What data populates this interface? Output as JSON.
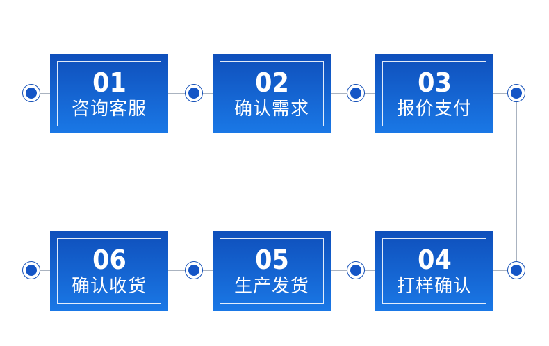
{
  "steps": [
    {
      "number": "01",
      "label": "咨询客服"
    },
    {
      "number": "02",
      "label": "确认需求"
    },
    {
      "number": "03",
      "label": "报价支付"
    },
    {
      "number": "04",
      "label": "打样确认"
    },
    {
      "number": "05",
      "label": "生产发货"
    },
    {
      "number": "06",
      "label": "确认收货"
    }
  ],
  "colors": {
    "box_top": "#0f4fbb",
    "box_bottom": "#1a78e6",
    "node": "#1455c6",
    "line": "#aab3c0"
  }
}
